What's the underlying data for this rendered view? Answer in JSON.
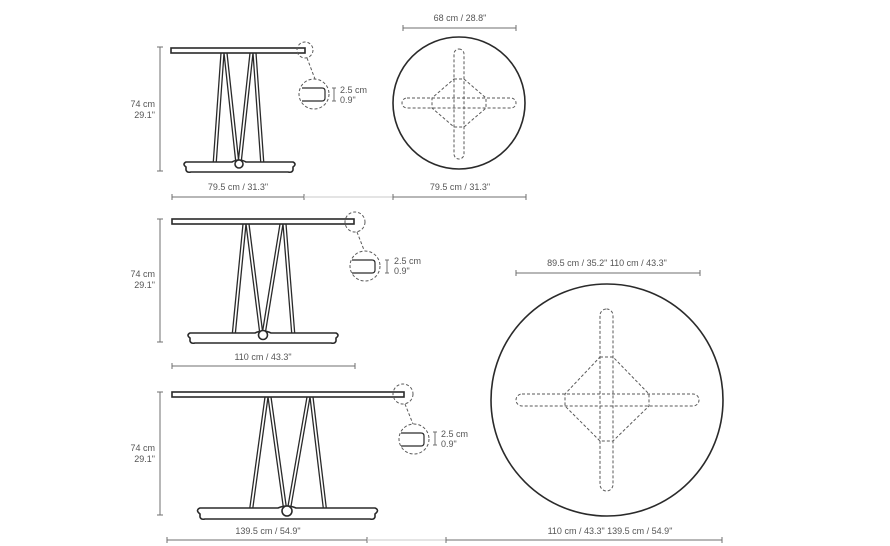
{
  "drawing": {
    "colors": {
      "line": "#2a2a2a",
      "dimension": "#6f6f6f",
      "text": "#555555",
      "background": "#ffffff"
    },
    "table_small": {
      "height_cm": "74 cm",
      "height_in": "29.1\"",
      "thickness_cm": "2.5 cm",
      "thickness_in": "0.9\"",
      "width_side": "79.5 cm / 31.3\"",
      "top_view_base": "68 cm / 28.8\"",
      "top_view_diameter": "79.5 cm / 31.3\""
    },
    "table_medium": {
      "height_cm": "74 cm",
      "height_in": "29.1\"",
      "thickness_cm": "2.5 cm",
      "thickness_in": "0.9\"",
      "width_side": "110 cm / 43.3\""
    },
    "table_large": {
      "height_cm": "74 cm",
      "height_in": "29.1\"",
      "thickness_cm": "2.5 cm",
      "thickness_in": "0.9\"",
      "width_side": "139.5 cm / 54.9\"",
      "top_view_base": "89.5 cm / 35.2\"   110 cm / 43.3\"",
      "top_view_diameter": "110 cm / 43.3\"   139.5 cm / 54.9\""
    }
  }
}
